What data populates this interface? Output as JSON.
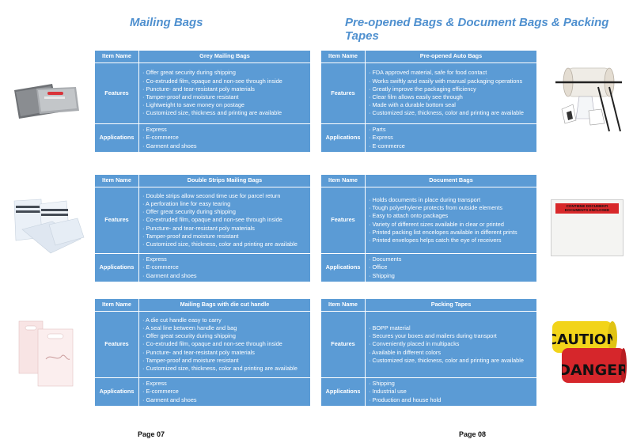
{
  "left": {
    "section_title": "Mailing Bags",
    "page": "Page 07",
    "tables": [
      {
        "name_label": "Item Name",
        "name": "Grey Mailing Bags",
        "features_label": "Features",
        "features": [
          "· Offer great security during shipping",
          "· Co-extruded film, opaque and non-see through inside",
          "· Puncture- and tear-resistant poly materials",
          "· Tamper-proof and moisture resistant",
          "· Lightweight to save money on postage",
          "· Customized size, thickness and printing are available"
        ],
        "applications_label": "Applications",
        "applications": [
          "· Express",
          "· E-commerce",
          "· Garment and shoes"
        ]
      },
      {
        "name_label": "Item Name",
        "name": "Double Strips Mailing Bags",
        "features_label": "Features",
        "features": [
          "· Double strips allow second time use for parcel return",
          "· A perforation line for easy tearing",
          "· Offer great security during shipping",
          "· Co-extruded film, opaque and non-see through inside",
          "· Puncture- and tear-resistant poly materials",
          "· Tamper-proof and moisture resistant",
          "· Customized size, thickness, color and printing are available"
        ],
        "applications_label": "Applications",
        "applications": [
          "· Express",
          "· E-commerce",
          "· Garment and shoes"
        ]
      },
      {
        "name_label": "Item Name",
        "name": "Mailing Bags with die cut handle",
        "features_label": "Features",
        "features": [
          "· A die cut handle easy to carry",
          "· A seal line between handle and bag",
          "· Offer great security during shipping",
          "· Co-extruded film, opaque and non-see through inside",
          "· Puncture- and tear-resistant poly materials",
          "· Tamper-proof and moisture resistant",
          "· Customized size, thickness, color and printing are available"
        ],
        "applications_label": "Applications",
        "applications": [
          "· Express",
          "· E-commerce",
          "· Garment and shoes"
        ]
      }
    ]
  },
  "right": {
    "section_title": "Pre-opened Bags & Document Bags & Packing Tapes",
    "page": "Page 08",
    "tables": [
      {
        "name_label": "Item Name",
        "name": "Pre-opened Auto Bags",
        "features_label": "Features",
        "features": [
          "· FDA approved material, safe for food contact",
          "· Works swiftly and easily with manual packaging operations",
          "· Greatly improve the packaging efficiency",
          "· Clear film allows easily see through",
          "· Made with a durable bottom seal",
          "· Customized size, thickness, color and printing are available"
        ],
        "applications_label": "Applications",
        "applications": [
          "· Parts",
          "· Express",
          "· E-commerce"
        ]
      },
      {
        "name_label": "Item Name",
        "name": "Document Bags",
        "features_label": "Features",
        "features": [
          "· Holds documents in place during transport",
          "· Tough polyethylene protects from outside elements",
          "· Easy to attach onto packages",
          "· Variety of different sizes available in clear or printed",
          "· Printed packing list encelopes available in different prints",
          "· Printed envelopes helps catch the eye of receivers"
        ],
        "applications_label": "Applications",
        "applications": [
          "· Documents",
          "· Office",
          "· Shipping"
        ]
      },
      {
        "name_label": "Item Name",
        "name": "Packing Tapes",
        "features_label": "Features",
        "features": [
          "· BOPP material",
          "· Secures your boxes and mailers during transport",
          "· Conveniently placed in multipacks",
          "· Available in different colors",
          "· Customized size, thickness, color and printing are available"
        ],
        "applications_label": "Applications",
        "applications": [
          "· Shipping",
          "· Industrial use",
          "· Production and house hold"
        ]
      }
    ]
  },
  "images": {
    "doc_label_line1": "CONTIENE DOCUMENTI",
    "doc_label_line2": "DOCUMENTS ENCLOSED",
    "caution_text": "CAUTION",
    "danger_text": "DANGER"
  },
  "colors": {
    "table_bg": "#5b9bd5",
    "title": "#4f90cf",
    "caution_yellow": "#f2d41a",
    "danger_red": "#d6262b"
  }
}
